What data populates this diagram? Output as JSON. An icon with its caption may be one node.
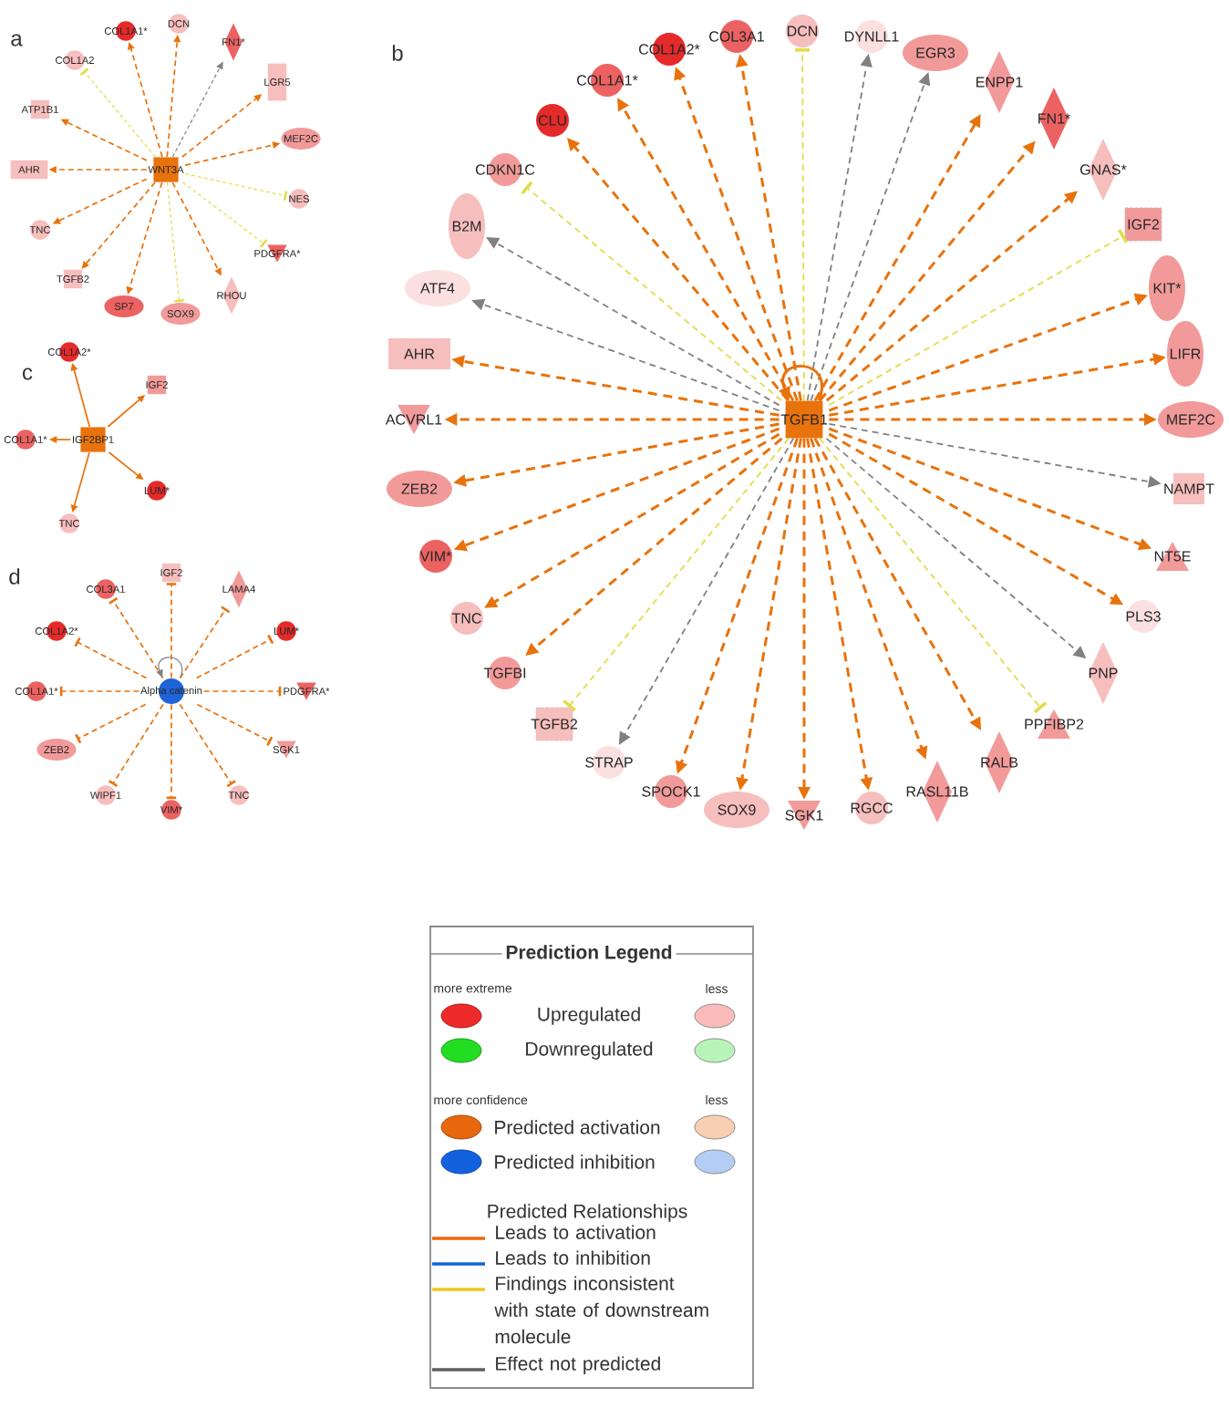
{
  "diagram": {
    "nodes": [
      {
        "text": [
          "WNT3A"
        ]
      },
      {
        "text": [
          "DCN"
        ]
      },
      {
        "text": [
          "FN1*"
        ]
      },
      {
        "text": [
          "LGR5"
        ]
      },
      {
        "text": [
          "MEF2C"
        ]
      },
      {
        "text": [
          "NES"
        ]
      },
      {
        "text": [
          "PDGFRA*"
        ]
      },
      {
        "text": [
          "RHOU"
        ]
      },
      {
        "text": [
          "SOX9"
        ]
      },
      {
        "text": [
          "SP7"
        ]
      },
      {
        "text": [
          "TGFB2"
        ]
      },
      {
        "text": [
          "TNC"
        ]
      },
      {
        "text": [
          "AHR"
        ]
      },
      {
        "text": [
          "ATP1B1"
        ]
      },
      {
        "text": [
          "COL1A2"
        ]
      },
      {
        "text": [
          "COL1A1*"
        ]
      },
      {
        "text": [
          "TGFB1"
        ]
      },
      {
        "text": [
          "DCN"
        ]
      },
      {
        "text": [
          "DYNLL1"
        ]
      },
      {
        "text": [
          "EGR3"
        ]
      },
      {
        "text": [
          "ENPP1"
        ]
      },
      {
        "text": [
          "FN1*"
        ]
      },
      {
        "text": [
          "GNAS*"
        ]
      },
      {
        "text": [
          "IGF2"
        ]
      },
      {
        "text": [
          "KIT*"
        ]
      },
      {
        "text": [
          "LIFR"
        ]
      },
      {
        "text": [
          "MEF2C"
        ]
      },
      {
        "text": [
          "NAMPT"
        ]
      },
      {
        "text": [
          "NT5E"
        ]
      },
      {
        "text": [
          "PLS3"
        ]
      },
      {
        "text": [
          "PNP"
        ]
      },
      {
        "text": [
          "PPFIBP2"
        ]
      },
      {
        "text": [
          "RALB"
        ]
      },
      {
        "text": [
          "RASL11B"
        ]
      },
      {
        "text": [
          "RGCC"
        ]
      },
      {
        "text": [
          "SGK1"
        ]
      },
      {
        "text": [
          "SOX9"
        ]
      },
      {
        "text": [
          "SPOCK1"
        ]
      },
      {
        "text": [
          "STRAP"
        ]
      },
      {
        "text": [
          "TGFB2"
        ]
      },
      {
        "text": [
          "TGFBI"
        ]
      },
      {
        "text": [
          "TNC"
        ]
      },
      {
        "text": [
          "VIM*"
        ]
      },
      {
        "text": [
          "ZEB2"
        ]
      },
      {
        "text": [
          "ACVRL1"
        ]
      },
      {
        "text": [
          "AHR"
        ]
      },
      {
        "text": [
          "ATF4"
        ]
      },
      {
        "text": [
          "B2M"
        ]
      },
      {
        "text": [
          "CDKN1C"
        ]
      },
      {
        "text": [
          "CLU"
        ]
      },
      {
        "text": [
          "COL1A1*"
        ]
      },
      {
        "text": [
          "COL1A2*"
        ]
      },
      {
        "text": [
          "COL3A1"
        ]
      },
      {
        "text": [
          "IGF2BP1"
        ]
      },
      {
        "text": [
          "COL1A2*"
        ]
      },
      {
        "text": [
          "IGF2"
        ]
      },
      {
        "text": [
          "LUM*"
        ]
      },
      {
        "text": [
          "TNC"
        ]
      },
      {
        "text": [
          "COL1A1*"
        ]
      },
      {
        "text": [
          "Alpha catenin"
        ]
      },
      {
        "text": [
          "IGF2"
        ]
      },
      {
        "text": [
          "LAMA4"
        ]
      },
      {
        "text": [
          "LUM*"
        ]
      },
      {
        "text": [
          "PDGFRA*"
        ]
      },
      {
        "text": [
          "SGK1"
        ]
      },
      {
        "text": [
          "TNC"
        ]
      },
      {
        "text": [
          "VIM*"
        ]
      },
      {
        "text": [
          "WIPF1"
        ]
      },
      {
        "text": [
          "ZEB2"
        ]
      },
      {
        "text": [
          "COL1A1*"
        ]
      },
      {
        "text": [
          "COL1A2*"
        ]
      },
      {
        "text": [
          "COL3A1"
        ]
      }
    ],
    "edges": [
      {
        "from": 0,
        "to": 1,
        "arrow": "to",
        "style": "dashed"
      },
      {
        "from": 0,
        "to": 2,
        "arrow": "to",
        "style": "dashed",
        "color": "#808080"
      },
      {
        "from": 0,
        "to": 3,
        "arrow": "to",
        "style": "dashed"
      },
      {
        "from": 0,
        "to": 4,
        "arrow": "to",
        "style": "dashed"
      },
      {
        "from": 0,
        "to": 5,
        "arrow": "other",
        "style": "dashed",
        "color": "#e2dc48"
      },
      {
        "from": 0,
        "to": 6,
        "arrow": "other",
        "style": "dashed",
        "color": "#e2dc48"
      },
      {
        "from": 0,
        "to": 7,
        "arrow": "to",
        "style": "dashed"
      },
      {
        "from": 0,
        "to": 8,
        "arrow": "other",
        "style": "dashed",
        "color": "#e2dc48"
      },
      {
        "from": 0,
        "to": 9,
        "arrow": "to",
        "style": "dashed"
      },
      {
        "from": 0,
        "to": 10,
        "arrow": "to",
        "style": "dashed"
      },
      {
        "from": 0,
        "to": 11,
        "arrow": "to",
        "style": "dashed"
      },
      {
        "from": 0,
        "to": 12,
        "arrow": "to",
        "style": "dashed"
      },
      {
        "from": 0,
        "to": 13,
        "arrow": "to",
        "style": "dashed"
      },
      {
        "from": 0,
        "to": 14,
        "arrow": "other",
        "style": "dashed",
        "color": "#e2dc48"
      },
      {
        "from": 0,
        "to": 15,
        "arrow": "to",
        "style": "dashed"
      },
      {
        "from": 16,
        "to": 17,
        "arrow": "other",
        "style": "dashed",
        "color": "#e2dc48"
      },
      {
        "from": 16,
        "to": 18,
        "arrow": "to",
        "style": "dashed",
        "color": "#808080"
      },
      {
        "from": 16,
        "to": 19,
        "arrow": "to",
        "style": "dashed",
        "color": "#808080"
      },
      {
        "from": 16,
        "to": 20,
        "arrow": "to",
        "style": "dashed"
      },
      {
        "from": 16,
        "to": 21,
        "arrow": "to",
        "style": "dashed"
      },
      {
        "from": 16,
        "to": 22,
        "arrow": "to",
        "style": "dashed"
      },
      {
        "from": 16,
        "to": 23,
        "arrow": "other",
        "style": "dashed",
        "color": "#e2dc48"
      },
      {
        "from": 16,
        "to": 24,
        "arrow": "to",
        "style": "dashed"
      },
      {
        "from": 16,
        "to": 25,
        "arrow": "to",
        "style": "dashed"
      },
      {
        "from": 16,
        "to": 26,
        "arrow": "to",
        "style": "dashed"
      },
      {
        "from": 16,
        "to": 27,
        "arrow": "to",
        "style": "dashed",
        "color": "#808080"
      },
      {
        "from": 16,
        "to": 28,
        "arrow": "to",
        "style": "dashed"
      },
      {
        "from": 16,
        "to": 29,
        "arrow": "to",
        "style": "dashed"
      },
      {
        "from": 16,
        "to": 30,
        "arrow": "to",
        "style": "dashed",
        "color": "#808080"
      },
      {
        "from": 16,
        "to": 31,
        "arrow": "other",
        "style": "dashed",
        "color": "#e2dc48"
      },
      {
        "from": 16,
        "to": 32,
        "arrow": "to",
        "style": "dashed"
      },
      {
        "from": 16,
        "to": 33,
        "arrow": "to",
        "style": "dashed"
      },
      {
        "from": 16,
        "to": 34,
        "arrow": "to",
        "style": "dashed"
      },
      {
        "from": 16,
        "to": 35,
        "arrow": "to",
        "style": "dashed"
      },
      {
        "from": 16,
        "to": 36,
        "arrow": "to",
        "style": "dashed"
      },
      {
        "from": 16,
        "to": 37,
        "arrow": "to",
        "style": "dashed"
      },
      {
        "from": 16,
        "to": 38,
        "arrow": "to",
        "style": "dashed",
        "color": "#808080"
      },
      {
        "from": 16,
        "to": 39,
        "arrow": "other",
        "style": "dashed",
        "color": "#e2dc48"
      },
      {
        "from": 16,
        "to": 40,
        "arrow": "to",
        "style": "dashed"
      },
      {
        "from": 16,
        "to": 41,
        "arrow": "to",
        "style": "dashed"
      },
      {
        "from": 16,
        "to": 42,
        "arrow": "to",
        "style": "dashed"
      },
      {
        "from": 16,
        "to": 43,
        "arrow": "to",
        "style": "dashed"
      },
      {
        "from": 16,
        "to": 44,
        "arrow": "to",
        "style": "dashed"
      },
      {
        "from": 16,
        "to": 45,
        "arrow": "to",
        "style": "dashed"
      },
      {
        "from": 16,
        "to": 46,
        "arrow": "to",
        "style": "dashed",
        "color": "#808080"
      },
      {
        "from": 16,
        "to": 47,
        "arrow": "to",
        "style": "dashed",
        "color": "#808080"
      },
      {
        "from": 16,
        "to": 48,
        "arrow": "other",
        "style": "dashed",
        "color": "#e2dc48"
      },
      {
        "from": 16,
        "to": 49,
        "arrow": "to",
        "style": "dashed"
      },
      {
        "from": 16,
        "to": 50,
        "arrow": "to",
        "style": "dashed"
      },
      {
        "from": 16,
        "to": 51,
        "arrow": "to",
        "style": "dashed"
      },
      {
        "from": 16,
        "to": 52,
        "arrow": "to",
        "style": "dashed"
      },
      {
        "from": 16,
        "to": 16,
        "arrow": "to"
      },
      {
        "from": 53,
        "to": 54,
        "arrow": "to"
      },
      {
        "from": 53,
        "to": 55,
        "arrow": "to"
      },
      {
        "from": 53,
        "to": 56,
        "arrow": "to"
      },
      {
        "from": 53,
        "to": 57,
        "arrow": "to"
      },
      {
        "from": 53,
        "to": 58,
        "arrow": "to"
      },
      {
        "from": 59,
        "to": 60,
        "arrow": "other",
        "style": "dashed"
      },
      {
        "from": 59,
        "to": 61,
        "arrow": "other",
        "style": "dashed"
      },
      {
        "from": 59,
        "to": 62,
        "arrow": "other",
        "style": "dashed"
      },
      {
        "from": 59,
        "to": 63,
        "arrow": "other",
        "style": "dashed"
      },
      {
        "from": 59,
        "to": 64,
        "arrow": "other",
        "style": "dashed"
      },
      {
        "from": 59,
        "to": 65,
        "arrow": "other",
        "style": "dashed"
      },
      {
        "from": 59,
        "to": 66,
        "arrow": "other",
        "style": "dashed"
      },
      {
        "from": 59,
        "to": 67,
        "arrow": "other",
        "style": "dashed"
      },
      {
        "from": 59,
        "to": 68,
        "arrow": "other",
        "style": "dashed"
      },
      {
        "from": 59,
        "to": 69,
        "arrow": "other",
        "style": "dashed"
      },
      {
        "from": 59,
        "to": 70,
        "arrow": "other",
        "style": "dashed"
      },
      {
        "from": 59,
        "to": 71,
        "arrow": "other",
        "style": "dashed"
      },
      {
        "from": 59,
        "to": 59,
        "arrow": "to",
        "color": "#808080"
      }
    ],
    "labels": [
      "a",
      "b",
      "c",
      "d",
      "Prediction Legend",
      "more extreme",
      "less",
      "more confidence",
      "less",
      "Predicted Relationships"
    ],
    "legend": [
      {
        "text": "Upregulated",
        "color": "#ee2a2a"
      },
      {
        "text": "Downregulated",
        "color": "#22dd22"
      },
      {
        "text": "Predicted activation",
        "color": "#e8680e"
      },
      {
        "text": "Predicted inhibition",
        "color": "#1262e0"
      },
      {
        "text": "Leads to activation"
      },
      {
        "text": "Leads to inhibition"
      },
      {
        "text": "Findings inconsistent with state of downstream molecule"
      },
      {
        "text": "Effect not predicted"
      }
    ]
  }
}
